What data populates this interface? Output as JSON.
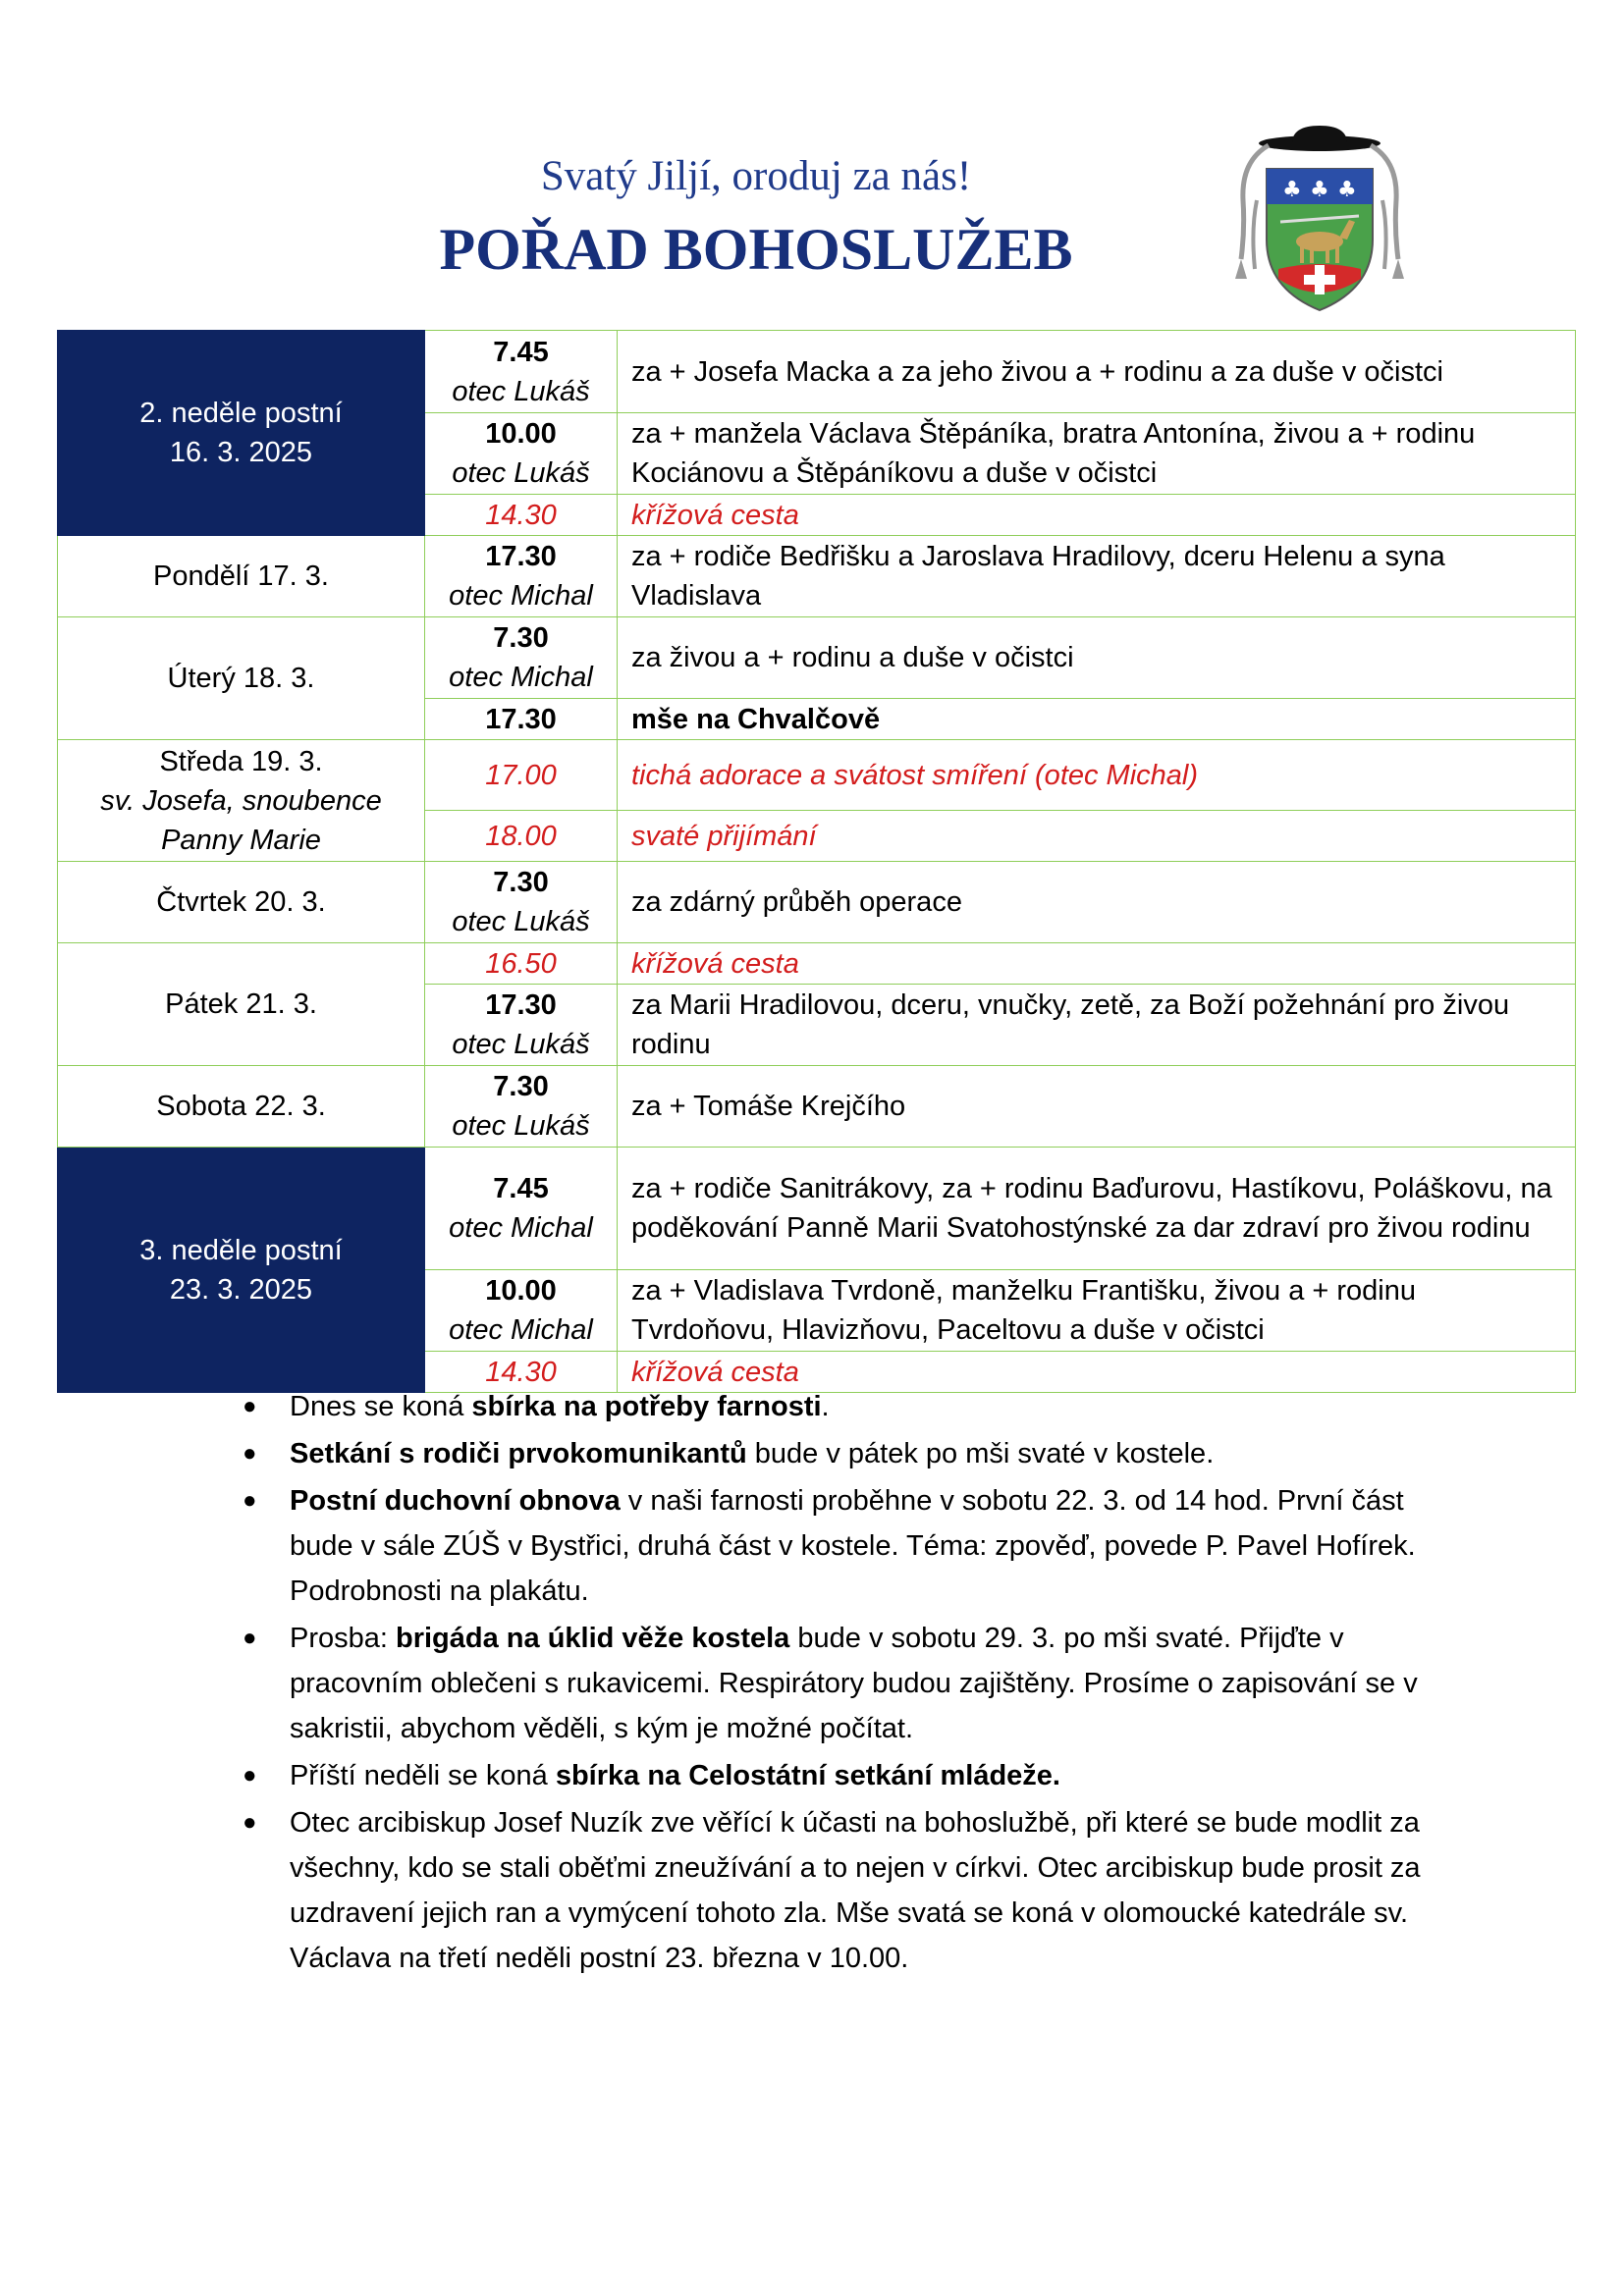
{
  "header": {
    "subtitle": "Svatý Jiljí, oroduj za nás!",
    "title": "POŘAD BOHOSLUŽEB"
  },
  "crest": {
    "icon": "parish-coat-of-arms-with-deer"
  },
  "schedule": [
    {
      "day": [
        "2. neděle postní",
        "16. 3. 2025"
      ],
      "highlight": true,
      "entries": [
        {
          "time": "7.45",
          "priest": "otec Lukáš",
          "text": "za + Josefa Macka a za jeho živou a + rodinu a za duše v očistci",
          "style": "normal"
        },
        {
          "time": "10.00",
          "priest": "otec Lukáš",
          "text": "za + manžela Václava Štěpáníka, bratra Antonína, živou a + rodinu Kociánovu a Štěpáníkovu a duše v očistci",
          "style": "normal"
        },
        {
          "time": "14.30",
          "priest": "",
          "text": "křížová cesta",
          "style": "red"
        }
      ]
    },
    {
      "day": [
        "Pondělí 17. 3."
      ],
      "highlight": false,
      "entries": [
        {
          "time": "17.30",
          "priest": "otec Michal",
          "text": "za + rodiče Bedřišku a Jaroslava Hradilovy, dceru Helenu a syna Vladislava",
          "style": "normal"
        }
      ]
    },
    {
      "day": [
        "Úterý 18. 3."
      ],
      "highlight": false,
      "entries": [
        {
          "time": "7.30",
          "priest": "otec Michal",
          "text": "za živou a + rodinu a duše v očistci",
          "style": "normal"
        },
        {
          "time": "17.30",
          "priest": "",
          "text": "mše na Chvalčově",
          "style": "bold"
        }
      ]
    },
    {
      "day": [
        "Středa 19. 3.",
        "sv. Josefa, snoubence",
        "Panny Marie"
      ],
      "highlight": false,
      "entries": [
        {
          "time": "17.00",
          "priest": "",
          "text": "tichá adorace a svátost smíření (otec Michal)",
          "style": "red"
        },
        {
          "time": "18.00",
          "priest": "",
          "text": "svaté přijímání",
          "style": "red"
        }
      ]
    },
    {
      "day": [
        "Čtvrtek 20. 3."
      ],
      "highlight": false,
      "entries": [
        {
          "time": "7.30",
          "priest": "otec Lukáš",
          "text": "za zdárný průběh operace",
          "style": "normal"
        }
      ]
    },
    {
      "day": [
        "Pátek 21. 3."
      ],
      "highlight": false,
      "entries": [
        {
          "time": "16.50",
          "priest": "",
          "text": "křížová cesta",
          "style": "red"
        },
        {
          "time": "17.30",
          "priest": "otec Lukáš",
          "text": "za Marii Hradilovou, dceru, vnučky, zetě, za Boží požehnání pro živou rodinu",
          "style": "normal"
        }
      ]
    },
    {
      "day": [
        "Sobota 22. 3."
      ],
      "highlight": false,
      "entries": [
        {
          "time": "7.30",
          "priest": "otec Lukáš",
          "text": "za + Tomáše Krejčího",
          "style": "normal"
        }
      ]
    },
    {
      "day": [
        "3. neděle postní",
        "23. 3. 2025"
      ],
      "highlight": true,
      "entries": [
        {
          "time": "7.45",
          "priest": "otec Michal",
          "text": "za + rodiče Sanitrákovy, za + rodinu Baďurovu, Hastíkovu, Poláškovu, na poděkování Panně Marii Svatohostýnské za dar zdraví pro živou rodinu",
          "style": "normal"
        },
        {
          "time": "10.00",
          "priest": "otec Michal",
          "text": "za + Vladislava Tvrdoně, manželku Františku, živou a + rodinu Tvrdoňovu, Hlavizňovu, Paceltovu a duše v očistci",
          "style": "normal"
        },
        {
          "time": "14.30",
          "priest": "",
          "text": "křížová cesta",
          "style": "red"
        }
      ]
    }
  ],
  "notes": {
    "n1": {
      "a": "Dnes se koná ",
      "b": "sbírka na potřeby farnosti",
      "c": "."
    },
    "n2": {
      "b": "Setkání s rodiči prvokomunikantů",
      "c": " bude v pátek po mši svaté v kostele."
    },
    "n3": {
      "b": "Postní duchovní obnova",
      "c": " v naši farnosti proběhne v sobotu 22. 3. od 14 hod. První část bude v sále ZÚŠ v Bystřici, druhá část v kostele. Téma: zpověď, povede P. Pavel Hofírek. Podrobnosti na plakátu."
    },
    "n4": {
      "a": "Prosba: ",
      "b": "brigáda na úklid věže kostela",
      "c": " bude v sobotu 29. 3. po mši svaté. Přijďte v pracovním oblečeni s rukavicemi. Respirátory budou zajištěny. Prosíme o zapisování se v sakristii, abychom věděli, s kým je možné počítat."
    },
    "n5": {
      "a": "Příští neděli se koná ",
      "b": "sbírka na Celostátní setkání mládeže."
    },
    "n6": {
      "a": "Otec arcibiskup Josef Nuzík zve věřící k účasti na bohoslužbě, při které se bude modlit za všechny, kdo se stali oběťmi zneužívání a to nejen v církvi. Otec arcibiskup bude prosit za uzdravení jejich ran a vymýcení tohoto zla. Mše svatá se koná v olomoucké katedrále sv. Václava na třetí neděli postní 23. března v 10.00."
    }
  }
}
